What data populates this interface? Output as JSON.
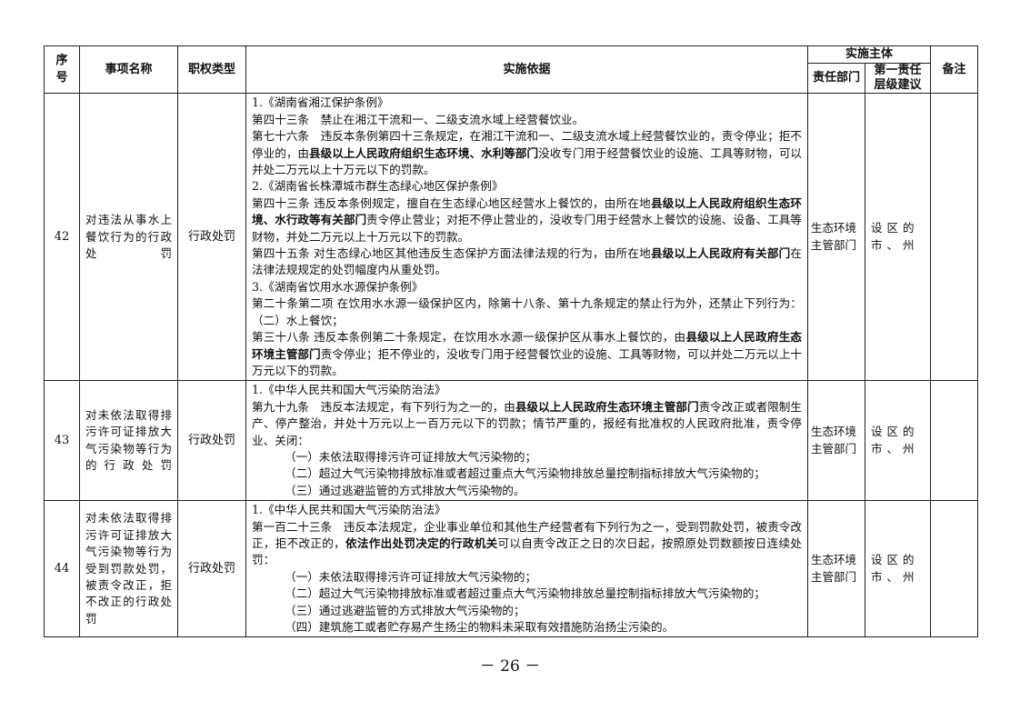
{
  "header": {
    "seq": "序号",
    "name": "事项名称",
    "type": "职权类型",
    "basis": "实施依据",
    "subject": "实施主体",
    "dept": "责任部门",
    "level": "第一责任层级建议",
    "remark": "备注"
  },
  "rows": [
    {
      "seq": "42",
      "name": "对违法从事水上餐饮行为的行政处罚",
      "type": "行政处罚",
      "dept": "生态环境主管部门",
      "level": "设区的市、州",
      "remark": "",
      "basis": [
        {
          "i": false,
          "s": [
            {
              "t": "1.《湖南省湘江保护条例》",
              "b": false
            }
          ]
        },
        {
          "i": false,
          "s": [
            {
              "t": "第四十三条　禁止在湘江干流和一、二级支流水域上经营餐饮业。",
              "b": false
            }
          ]
        },
        {
          "i": false,
          "s": [
            {
              "t": "第七十六条　违反本条例第四十三条规定，在湘江干流和一、二级支流水域上经营餐饮业的，责令停业；拒不停业的，由",
              "b": false
            },
            {
              "t": "县级以上人民政府组织生态环境、水利等部门",
              "b": true
            },
            {
              "t": "没收专门用于经营餐饮业的设施、工具等财物，可以并处二万元以上十万元以下的罚款。",
              "b": false
            }
          ]
        },
        {
          "i": false,
          "s": [
            {
              "t": "2.《湖南省长株潭城市群生态绿心地区保护条例》",
              "b": false
            }
          ]
        },
        {
          "i": false,
          "s": [
            {
              "t": "第四十三条 违反本条例规定，擅自在生态绿心地区经营水上餐饮的，由所在地",
              "b": false
            },
            {
              "t": "县级以上人民政府组织生态环境、水行政等有关部门",
              "b": true
            },
            {
              "t": "责令停止营业；对拒不停止营业的，没收专门用于经营水上餐饮的设施、设备、工具等财物，并处二万元以上十万元以下的罚款。",
              "b": false
            }
          ]
        },
        {
          "i": false,
          "s": [
            {
              "t": "第四十五条 对生态绿心地区其他违反生态保护方面法律法规的行为，由所在地",
              "b": false
            },
            {
              "t": "县级以上人民政府有关部门",
              "b": true
            },
            {
              "t": "在法律法规规定的处罚幅度内从重处罚。",
              "b": false
            }
          ]
        },
        {
          "i": false,
          "s": [
            {
              "t": "3.《湖南省饮用水水源保护条例》",
              "b": false
            }
          ]
        },
        {
          "i": false,
          "s": [
            {
              "t": "第二十条第二项 在饮用水水源一级保护区内，除第十八条、第十九条规定的禁止行为外，还禁止下列行为：（二）水上餐饮；",
              "b": false
            }
          ]
        },
        {
          "i": false,
          "s": [
            {
              "t": "第三十八条 违反本条例第二十条规定，在饮用水水源一级保护区从事水上餐饮的，由",
              "b": false
            },
            {
              "t": "县级以上人民政府生态环境主管部门",
              "b": true
            },
            {
              "t": "责令停业；拒不停业的，没收专门用于经营餐饮业的设施、工具等财物，可以并处二万元以上十万元以下的罚款。",
              "b": false
            }
          ]
        }
      ]
    },
    {
      "seq": "43",
      "name": "对未依法取得排污许可证排放大气污染物等行为的行政处罚",
      "type": "行政处罚",
      "dept": "生态环境主管部门",
      "level": "设区的市、州",
      "remark": "",
      "basis": [
        {
          "i": false,
          "s": [
            {
              "t": "1.《中华人民共和国大气污染防治法》",
              "b": false
            }
          ]
        },
        {
          "i": false,
          "s": [
            {
              "t": "第九十九条　违反本法规定，有下列行为之一的，由",
              "b": false
            },
            {
              "t": "县级以上人民政府生态环境主管部门",
              "b": true
            },
            {
              "t": "责令改正或者限制生产、停产整治，并处十万元以上一百万元以下的罚款；情节严重的，报经有批准权的人民政府批准，责令停业、关闭：",
              "b": false
            }
          ]
        },
        {
          "i": true,
          "s": [
            {
              "t": "（一）未依法取得排污许可证排放大气污染物的；",
              "b": false
            }
          ]
        },
        {
          "i": true,
          "s": [
            {
              "t": "（二）超过大气污染物排放标准或者超过重点大气污染物排放总量控制指标排放大气污染物的；",
              "b": false
            }
          ]
        },
        {
          "i": true,
          "s": [
            {
              "t": "（三）通过逃避监管的方式排放大气污染物的。",
              "b": false
            }
          ]
        }
      ]
    },
    {
      "seq": "44",
      "name": "对未依法取得排污许可证排放大气污染物等行为受到罚款处罚，被责令改正，拒不改正的行政处罚",
      "type": "行政处罚",
      "dept": "生态环境主管部门",
      "level": "设区的市、州",
      "remark": "",
      "basis": [
        {
          "i": false,
          "s": [
            {
              "t": "1.《中华人民共和国大气污染防治法》",
              "b": false
            }
          ]
        },
        {
          "i": false,
          "s": [
            {
              "t": "第一百二十三条　违反本法规定，企业事业单位和其他生产经营者有下列行为之一，受到罚款处罚，被责令改正，拒不改正的，",
              "b": false
            },
            {
              "t": "依法作出处罚决定的行政机关",
              "b": true
            },
            {
              "t": "可以自责令改正之日的次日起，按照原处罚数额按日连续处罚：",
              "b": false
            }
          ]
        },
        {
          "i": true,
          "s": [
            {
              "t": "（一）未依法取得排污许可证排放大气污染物的；",
              "b": false
            }
          ]
        },
        {
          "i": true,
          "s": [
            {
              "t": "（二）超过大气污染物排放标准或者超过重点大气污染物排放总量控制指标排放大气污染物的；",
              "b": false
            }
          ]
        },
        {
          "i": true,
          "s": [
            {
              "t": "（三）通过逃避监管的方式排放大气污染物的；",
              "b": false
            }
          ]
        },
        {
          "i": true,
          "s": [
            {
              "t": "（四）建筑施工或者贮存易产生扬尘的物料未采取有效措施防治扬尘污染的。",
              "b": false
            }
          ]
        }
      ]
    }
  ],
  "page_number": "－ 26 －"
}
